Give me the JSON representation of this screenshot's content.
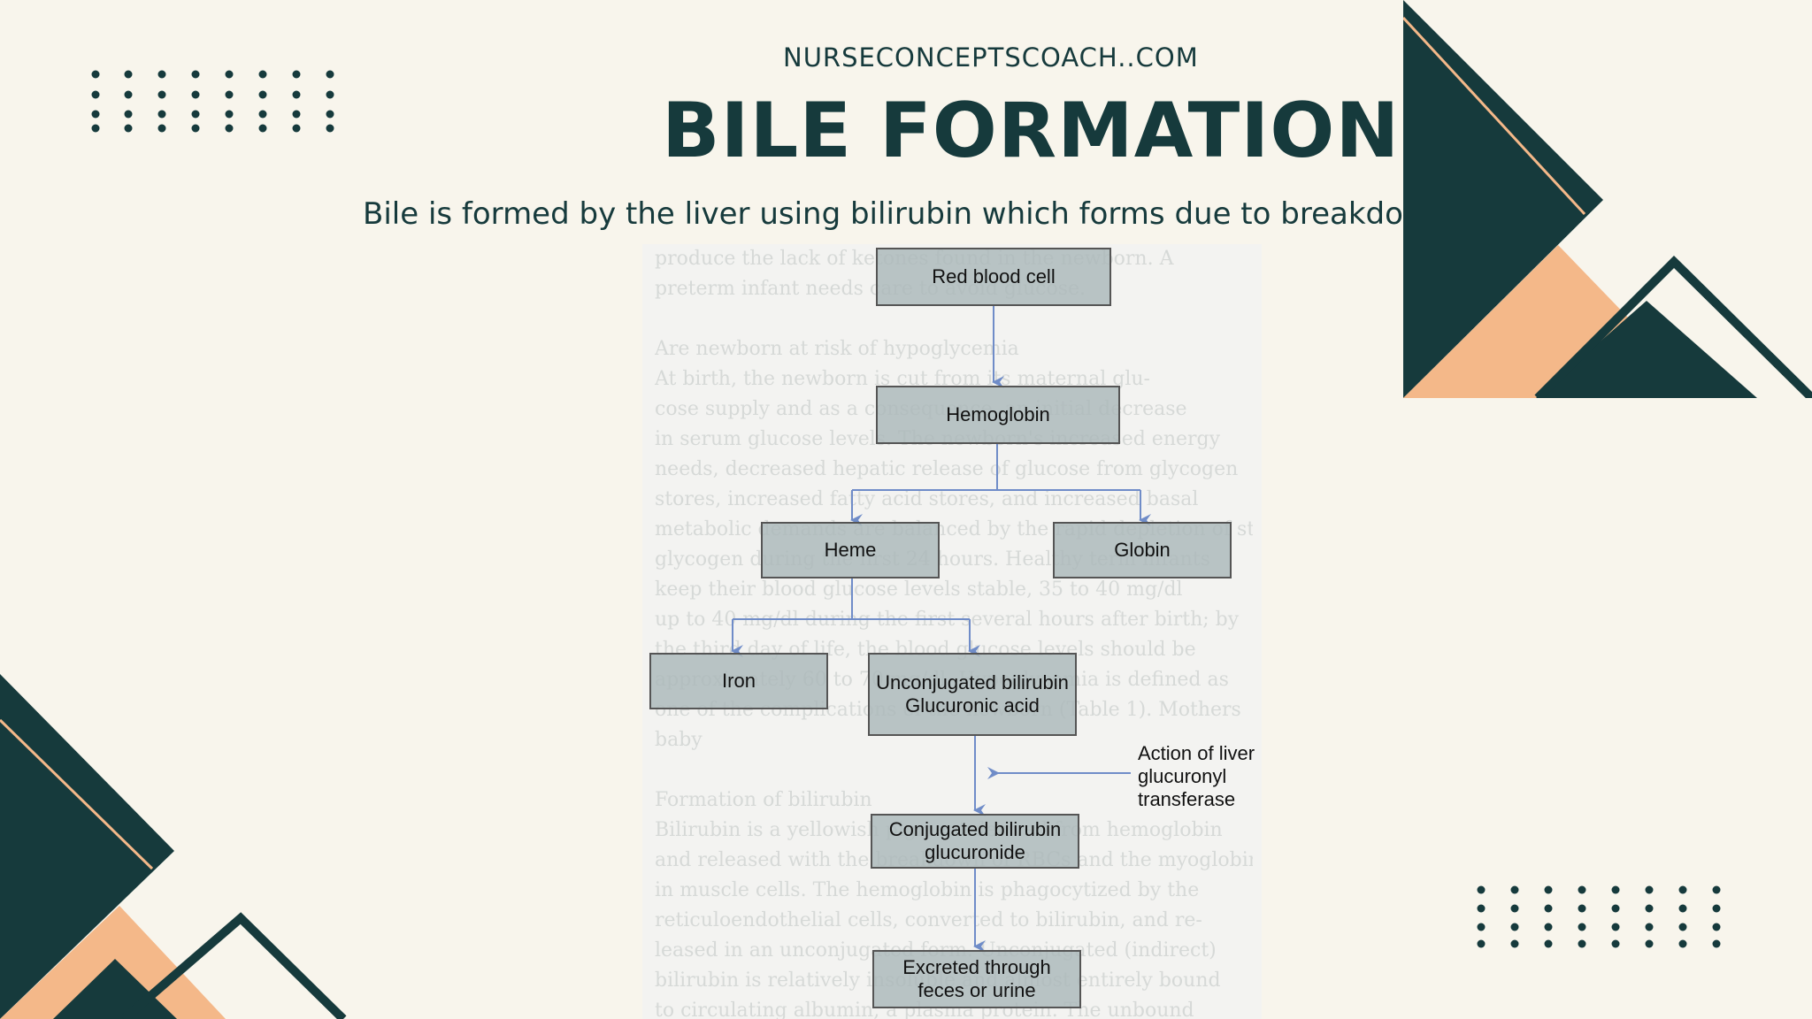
{
  "header": {
    "site": "NURSECONCEPTSCOACH..COM",
    "title": "BILE FORMATION",
    "subtitle": "Bile is formed by the liver using bilirubin which forms due to breakdown of"
  },
  "diagram": {
    "red_blood_cell": "Red blood cell",
    "hemoglobin": "Hemoglobin",
    "heme": "Heme",
    "globin": "Globin",
    "iron": "Iron",
    "unconjugated_line1": "Unconjugated bilirubin",
    "unconjugated_line2": "Glucuronic acid",
    "action_line1": "Action of liver",
    "action_line2": "glucuronyl",
    "action_line3": "transferase",
    "conjugated_line1": "Conjugated bilirubin",
    "conjugated_line2": "glucuronide",
    "excreted_line1": "Excreted through",
    "excreted_line2": "feces or urine"
  },
  "background_text": [
    "produce the lack of ketones found in the newborn. A",
    "preterm infant needs care to avoid glucose.",
    "",
    "Are newborn at risk of hypoglycemia",
    "At birth, the newborn is cut from its maternal glu-",
    "cose supply and as a consequence, an initial decrease",
    "in serum glucose levels. The newborn's increased energy",
    "needs, decreased hepatic release of glucose from glycogen",
    "stores, increased fatty acid stores, and increased basal",
    "metabolic demands are balanced by the rapid depletion of stored",
    "glycogen during the first 24 hours. Healthy term infants",
    "keep their blood glucose levels stable, 35 to 40 mg/dl",
    "up to 40 mg/dl during the first several hours after birth; by",
    "the third day of life, the blood glucose levels should be",
    "approximately 60 to 70 mg/dl. Hypoglycemia is defined as",
    "one of the complications of the newborn (Table 1). Mothers",
    "baby",
    "",
    "Formation of bilirubin",
    "Bilirubin is a yellowish pigment derived from hemoglobin",
    "and released with the breakdown of RBCs and the myoglobin",
    "in muscle cells. The hemoglobin is phagocytized by the",
    "reticuloendothelial cells, converted to bilirubin, and re-",
    "leased in an unconjugated form. Unconjugated (indirect)",
    "bilirubin is relatively insoluble and almost entirely bound",
    "to circulating albumin, a plasma protein. The unbound"
  ],
  "colors": {
    "background": "#f8f5ec",
    "dark_teal": "#163a3c",
    "peach": "#f4b889",
    "arrow_blue": "#6f8cc8"
  }
}
